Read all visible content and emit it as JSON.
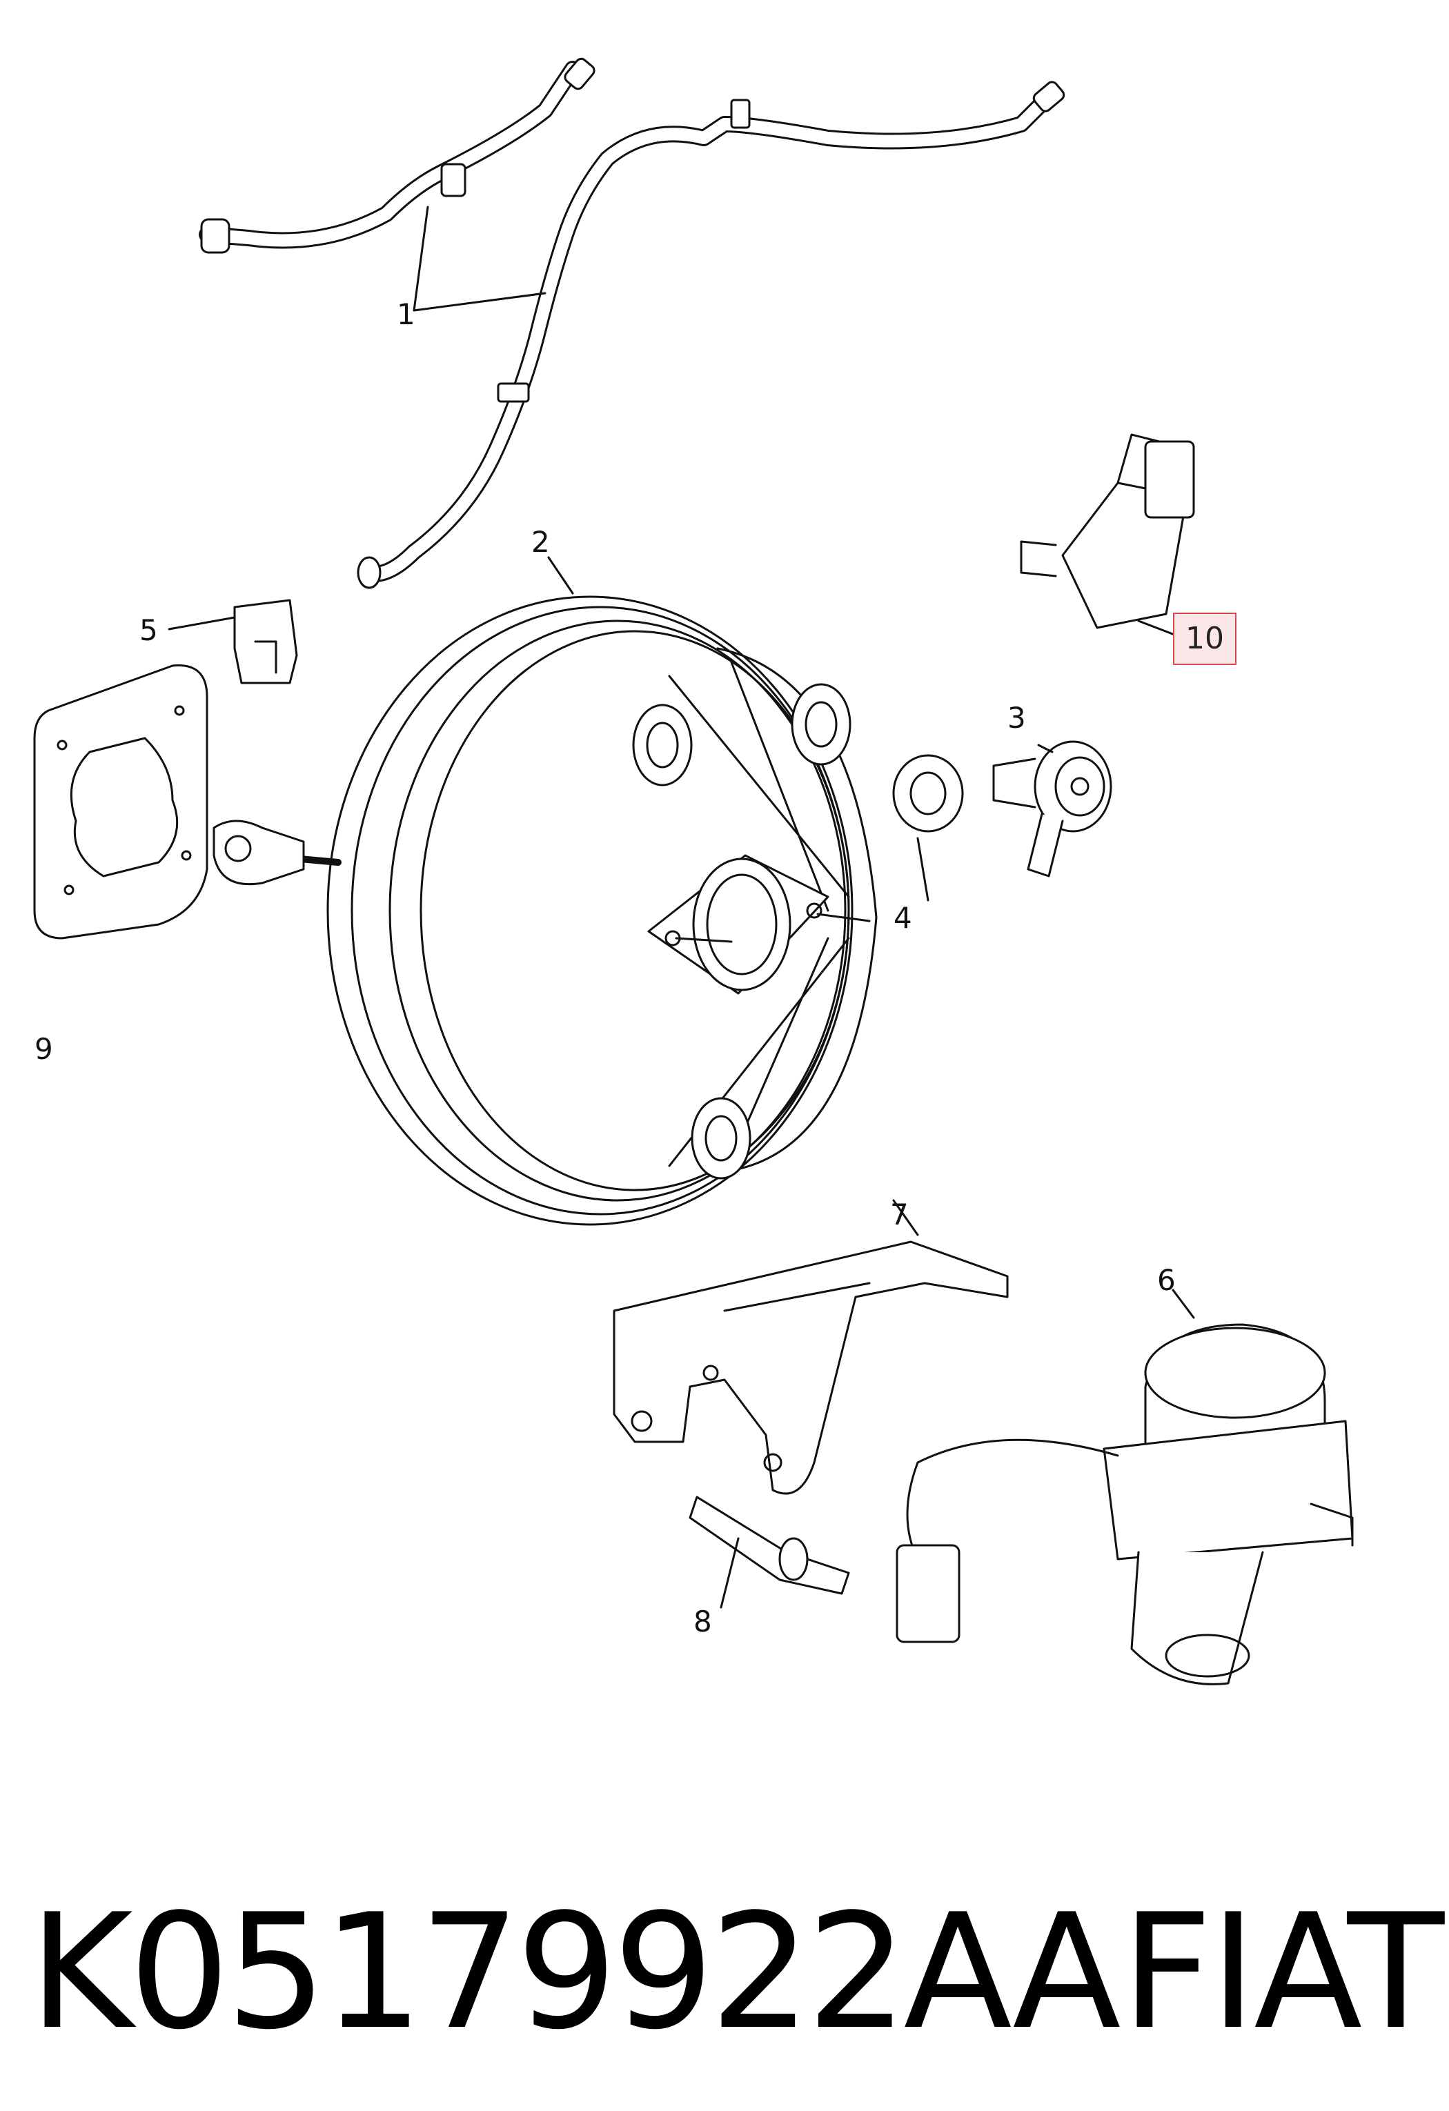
{
  "callouts": {
    "c1": "1",
    "c2": "2",
    "c3": "3",
    "c4": "4",
    "c5": "5",
    "c6": "6",
    "c7": "7",
    "c8": "8",
    "c9": "9",
    "c10": "10"
  },
  "highlight_color": "#d9474f",
  "footer": {
    "part_number": "K05179922AA",
    "brand": "FIAT"
  }
}
